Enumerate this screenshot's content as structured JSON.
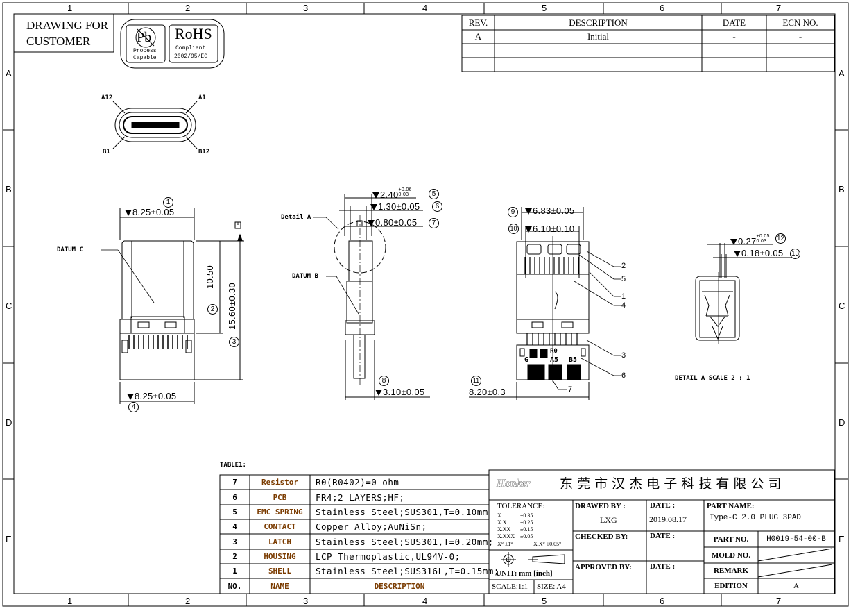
{
  "header_note": {
    "line1": "DRAWING FOR",
    "line2": "CUSTOMER"
  },
  "badges": {
    "pb": "Pb",
    "pb_caption1": "Process",
    "pb_caption2": "Capable",
    "rohs": "RoHS",
    "rohs_caption1": "Compliant",
    "rohs_caption2": "2002/95/EC"
  },
  "grid": {
    "columns": [
      "1",
      "2",
      "3",
      "4",
      "5",
      "6",
      "7"
    ],
    "rows": [
      "A",
      "B",
      "C",
      "D",
      "E"
    ]
  },
  "revision_table": {
    "headers": [
      "REV.",
      "DESCRIPTION",
      "DATE",
      "ECN NO."
    ],
    "rows": [
      [
        "A",
        "Initial",
        "-",
        "-"
      ]
    ]
  },
  "end_view": {
    "a12": "A12",
    "a1": "A1",
    "b1": "B1",
    "b12": "B12"
  },
  "top_view": {
    "datum_c": "DATUM C",
    "datum_a": "A",
    "dim1": {
      "n": "1",
      "value": "8.25±0.05"
    },
    "dim2": {
      "n": "2",
      "value": "10.50"
    },
    "dim3": {
      "n": "3",
      "value": "15.60±0.30"
    },
    "dim4": {
      "n": "4",
      "value": "8.25±0.05"
    }
  },
  "side_view": {
    "detail_a": "Detail A",
    "datum_b": "DATUM B",
    "dim5": {
      "n": "5",
      "value": "2.40",
      "tol_plus": "+0.06",
      "tol_minus": "0.03"
    },
    "dim6": {
      "n": "6",
      "value": "1.30±0.05"
    },
    "dim7": {
      "n": "7",
      "value": "0.80±0.05"
    },
    "dim8": {
      "n": "8",
      "value": "3.10±0.05"
    }
  },
  "bottom_view": {
    "dim9": {
      "n": "9",
      "value": "6.83±0.05"
    },
    "dim10": {
      "n": "10",
      "value": "6.10±0.10"
    },
    "dim11": {
      "n": "11",
      "value": "8.20±0.3"
    },
    "callouts": [
      "2",
      "5",
      "1",
      "4",
      "3",
      "6",
      "7"
    ],
    "pads": {
      "g": "G",
      "r0": "R0",
      "a5": "A5",
      "b5": "B5"
    }
  },
  "detail_view": {
    "dim12": {
      "n": "12",
      "value": "0.27",
      "tol_plus": "+0.05",
      "tol_minus": "0.03"
    },
    "dim13": {
      "n": "13",
      "value": "0.18±0.05"
    },
    "caption": "DETAIL A  SCALE 2 : 1"
  },
  "bom": {
    "title": "TABLE1:",
    "rows": [
      {
        "no": "7",
        "name": "Resistor",
        "desc": "R0(R0402)=0 ohm"
      },
      {
        "no": "6",
        "name": "PCB",
        "desc": "FR4;2 LAYERS;HF;"
      },
      {
        "no": "5",
        "name": "EMC SPRING",
        "desc": "Stainless Steel;SUS301,T=0.10mm"
      },
      {
        "no": "4",
        "name": "CONTACT",
        "desc": "Copper Alloy;AuNiSn;"
      },
      {
        "no": "3",
        "name": "LATCH",
        "desc": "Stainless Steel;SUS301,T=0.20mm;"
      },
      {
        "no": "2",
        "name": "HOUSING",
        "desc": "LCP Thermoplastic,UL94V-0;"
      },
      {
        "no": "1",
        "name": "SHELL",
        "desc": "Stainless Steel;SUS316L,T=0.15mm;"
      }
    ],
    "headers": {
      "no": "NO.",
      "name": "NAME",
      "desc": "DESCRIPTION"
    }
  },
  "title_block": {
    "logo": "Honker",
    "company": "东 莞 市 汉 杰 电 子 科 技 有 限 公 司",
    "tolerance_label": "TOLERANCE:",
    "tolerances": [
      {
        "k": "X.",
        "v": "±0.35"
      },
      {
        "k": "X.X",
        "v": "±0.25"
      },
      {
        "k": "X.XX",
        "v": "±0.15"
      },
      {
        "k": "X.XXX",
        "v": "±0.05"
      }
    ],
    "angle_tol1": "X° ±1°",
    "angle_tol2": "X.X° ±0.05°",
    "unit": "UNIT: mm [inch]",
    "scale": "SCALE:1:1",
    "size": "SIZE: A4",
    "drawn_by_label": "DRAWED BY :",
    "drawn_by": "LXG",
    "checked_by_label": "CHECKED BY:",
    "approved_by_label": "APPROVED BY:",
    "date_label": "DATE :",
    "date": "2019.08.17",
    "part_name_label": "PART NAME:",
    "part_name": "Type-C 2.0 PLUG 3PAD",
    "part_no_label": "PART NO.",
    "part_no": "H0019-54-00-B",
    "mold_no_label": "MOLD NO.",
    "remark_label": "REMARK",
    "edition_label": "EDITION",
    "edition": "A"
  }
}
